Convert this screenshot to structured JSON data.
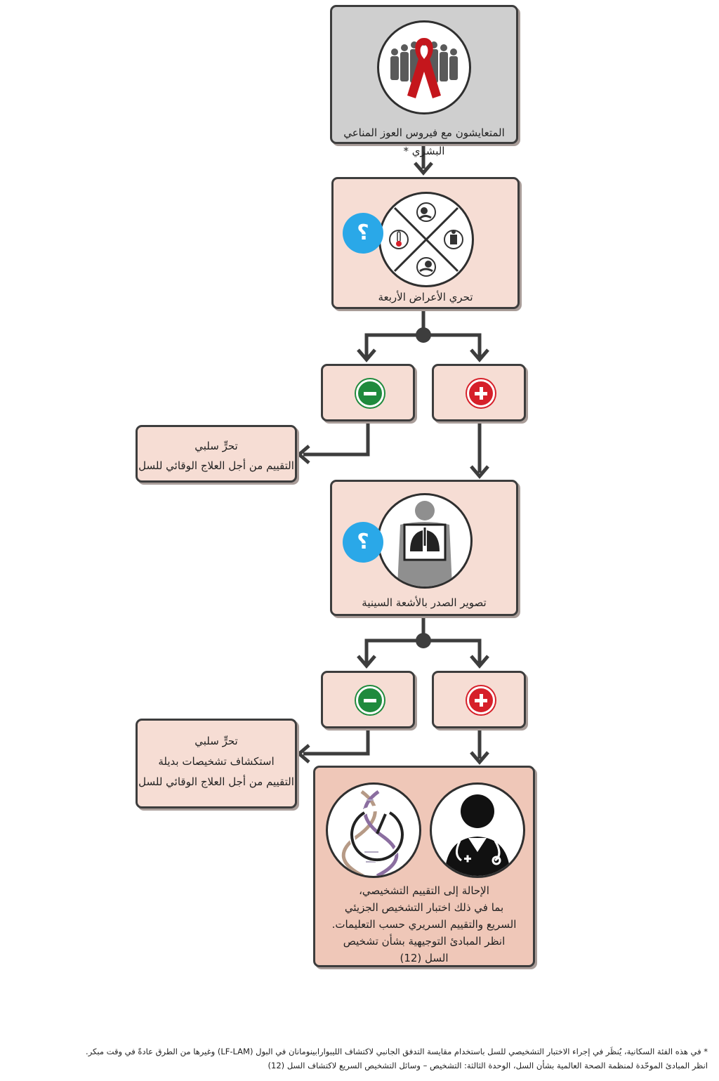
{
  "boxes": {
    "hiv": {
      "label": "المتعايشون مع فيروس العوز المناعي البشري *"
    },
    "symptoms": {
      "label": "تحري الأعراض الأربعة",
      "question_mark": "؟"
    },
    "xray": {
      "label": "تصوير الصدر بالأشعة السينية",
      "question_mark": "؟"
    },
    "negative_1": {
      "line1": "تحرٍّ سلبي",
      "line2": "التقييم من أجل العلاج الوقائي للسل"
    },
    "negative_2": {
      "line1": "تحرٍّ سلبي",
      "line2": "استكشاف تشخيصات بديلة",
      "line3": "التقييم من أجل العلاج الوقائي للسل"
    },
    "referral": {
      "line1": "الإحالة إلى التقييم التشخيصي،",
      "line2": "بما في ذلك اختبار التشخيص الجزيئي",
      "line3": "السريع والتقييم السريري حسب التعليمات.",
      "line4": "انظر المبادئ التوجيهية بشأن تشخيص",
      "line5": "السل (12)"
    }
  },
  "icons": {
    "hiv": "people-red-ribbon-icon",
    "symptoms": [
      "cough-icon",
      "weight-loss-icon",
      "night-sweats-icon",
      "fever-thermometer-icon"
    ],
    "xray": "chest-xray-icon",
    "molecular": "dna-test-icon",
    "clinician": "doctor-icon"
  },
  "colors": {
    "positive": "#d6202a",
    "negative": "#1f8a3d",
    "question": "#2aa8e8",
    "box_fill": "#f6ddd4",
    "box_fill_hiv": "#cfcfcf"
  },
  "footnote": {
    "line1": "* في هذه الفئة السكانية، يُنظَر في إجراء الاختبار التشخيصي للسل باستخدام مقايسة التدفق الجانبي لاكتشاف الليبوارابينومانان في البول (LF-LAM) وغيرها من الطرق عادةً في وقت مبكر.",
    "line2": "انظر المبادئ الموحّدة لمنظمة الصحة العالمية بشأن السل، الوحدة الثالثة: التشخيص – وسائل التشخيص السريع لاكتشاف السل (12)"
  }
}
